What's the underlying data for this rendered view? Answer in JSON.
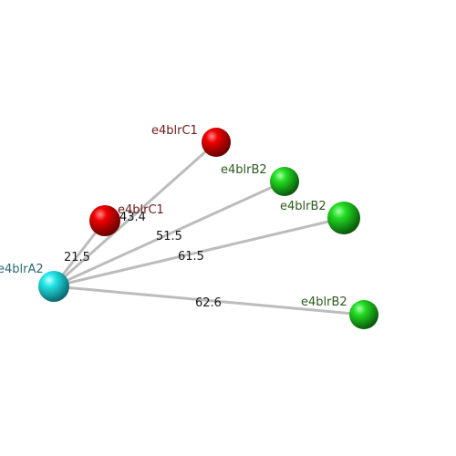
{
  "colors": {
    "red_atom": "#d40000",
    "green_atom": "#22cc22",
    "cyan_atom": "#22dddd",
    "red_label": "#6b1c1c",
    "green_label": "#2d5a1e",
    "cyan_label": "#2a6a72",
    "bond": "#bbbbbb"
  },
  "atoms": [
    {
      "id": "c1_top",
      "label": "e4blrC1",
      "color": "red"
    },
    {
      "id": "c1_mid",
      "label": "e4blrC1",
      "color": "red"
    },
    {
      "id": "b2_a",
      "label": "e4blrB2",
      "color": "green"
    },
    {
      "id": "b2_b",
      "label": "e4blrB2",
      "color": "green"
    },
    {
      "id": "b2_c",
      "label": "e4blrB2",
      "color": "green"
    },
    {
      "id": "a2",
      "label": "e4blrA2",
      "color": "cyan"
    }
  ],
  "distances": [
    {
      "value": "43.4"
    },
    {
      "value": "21.5"
    },
    {
      "value": "51.5"
    },
    {
      "value": "61.5"
    },
    {
      "value": "62.6"
    }
  ]
}
